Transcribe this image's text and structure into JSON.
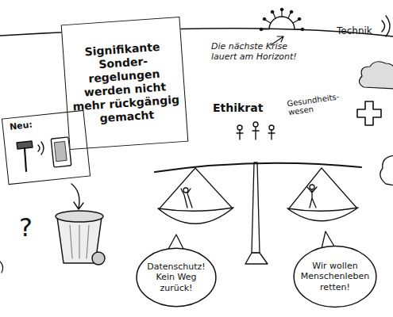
{
  "diagram": {
    "nodes": [
      {
        "text": [
          "Signifikante Sonder- regelungen werden nicht mehr rückgängig gemacht"
        ]
      },
      {
        "text": [
          "Neu:"
        ]
      },
      {
        "text": [
          "Datenschutz! Kein Weg zurück!"
        ]
      },
      {
        "text": [
          "Wir wollen Menschenleben retten!"
        ]
      }
    ],
    "labels": [
      "Die nächste Krise lauert am Horizont!",
      "Technik",
      "Ethikrat",
      "Gesundheits- wesen",
      "?"
    ]
  }
}
